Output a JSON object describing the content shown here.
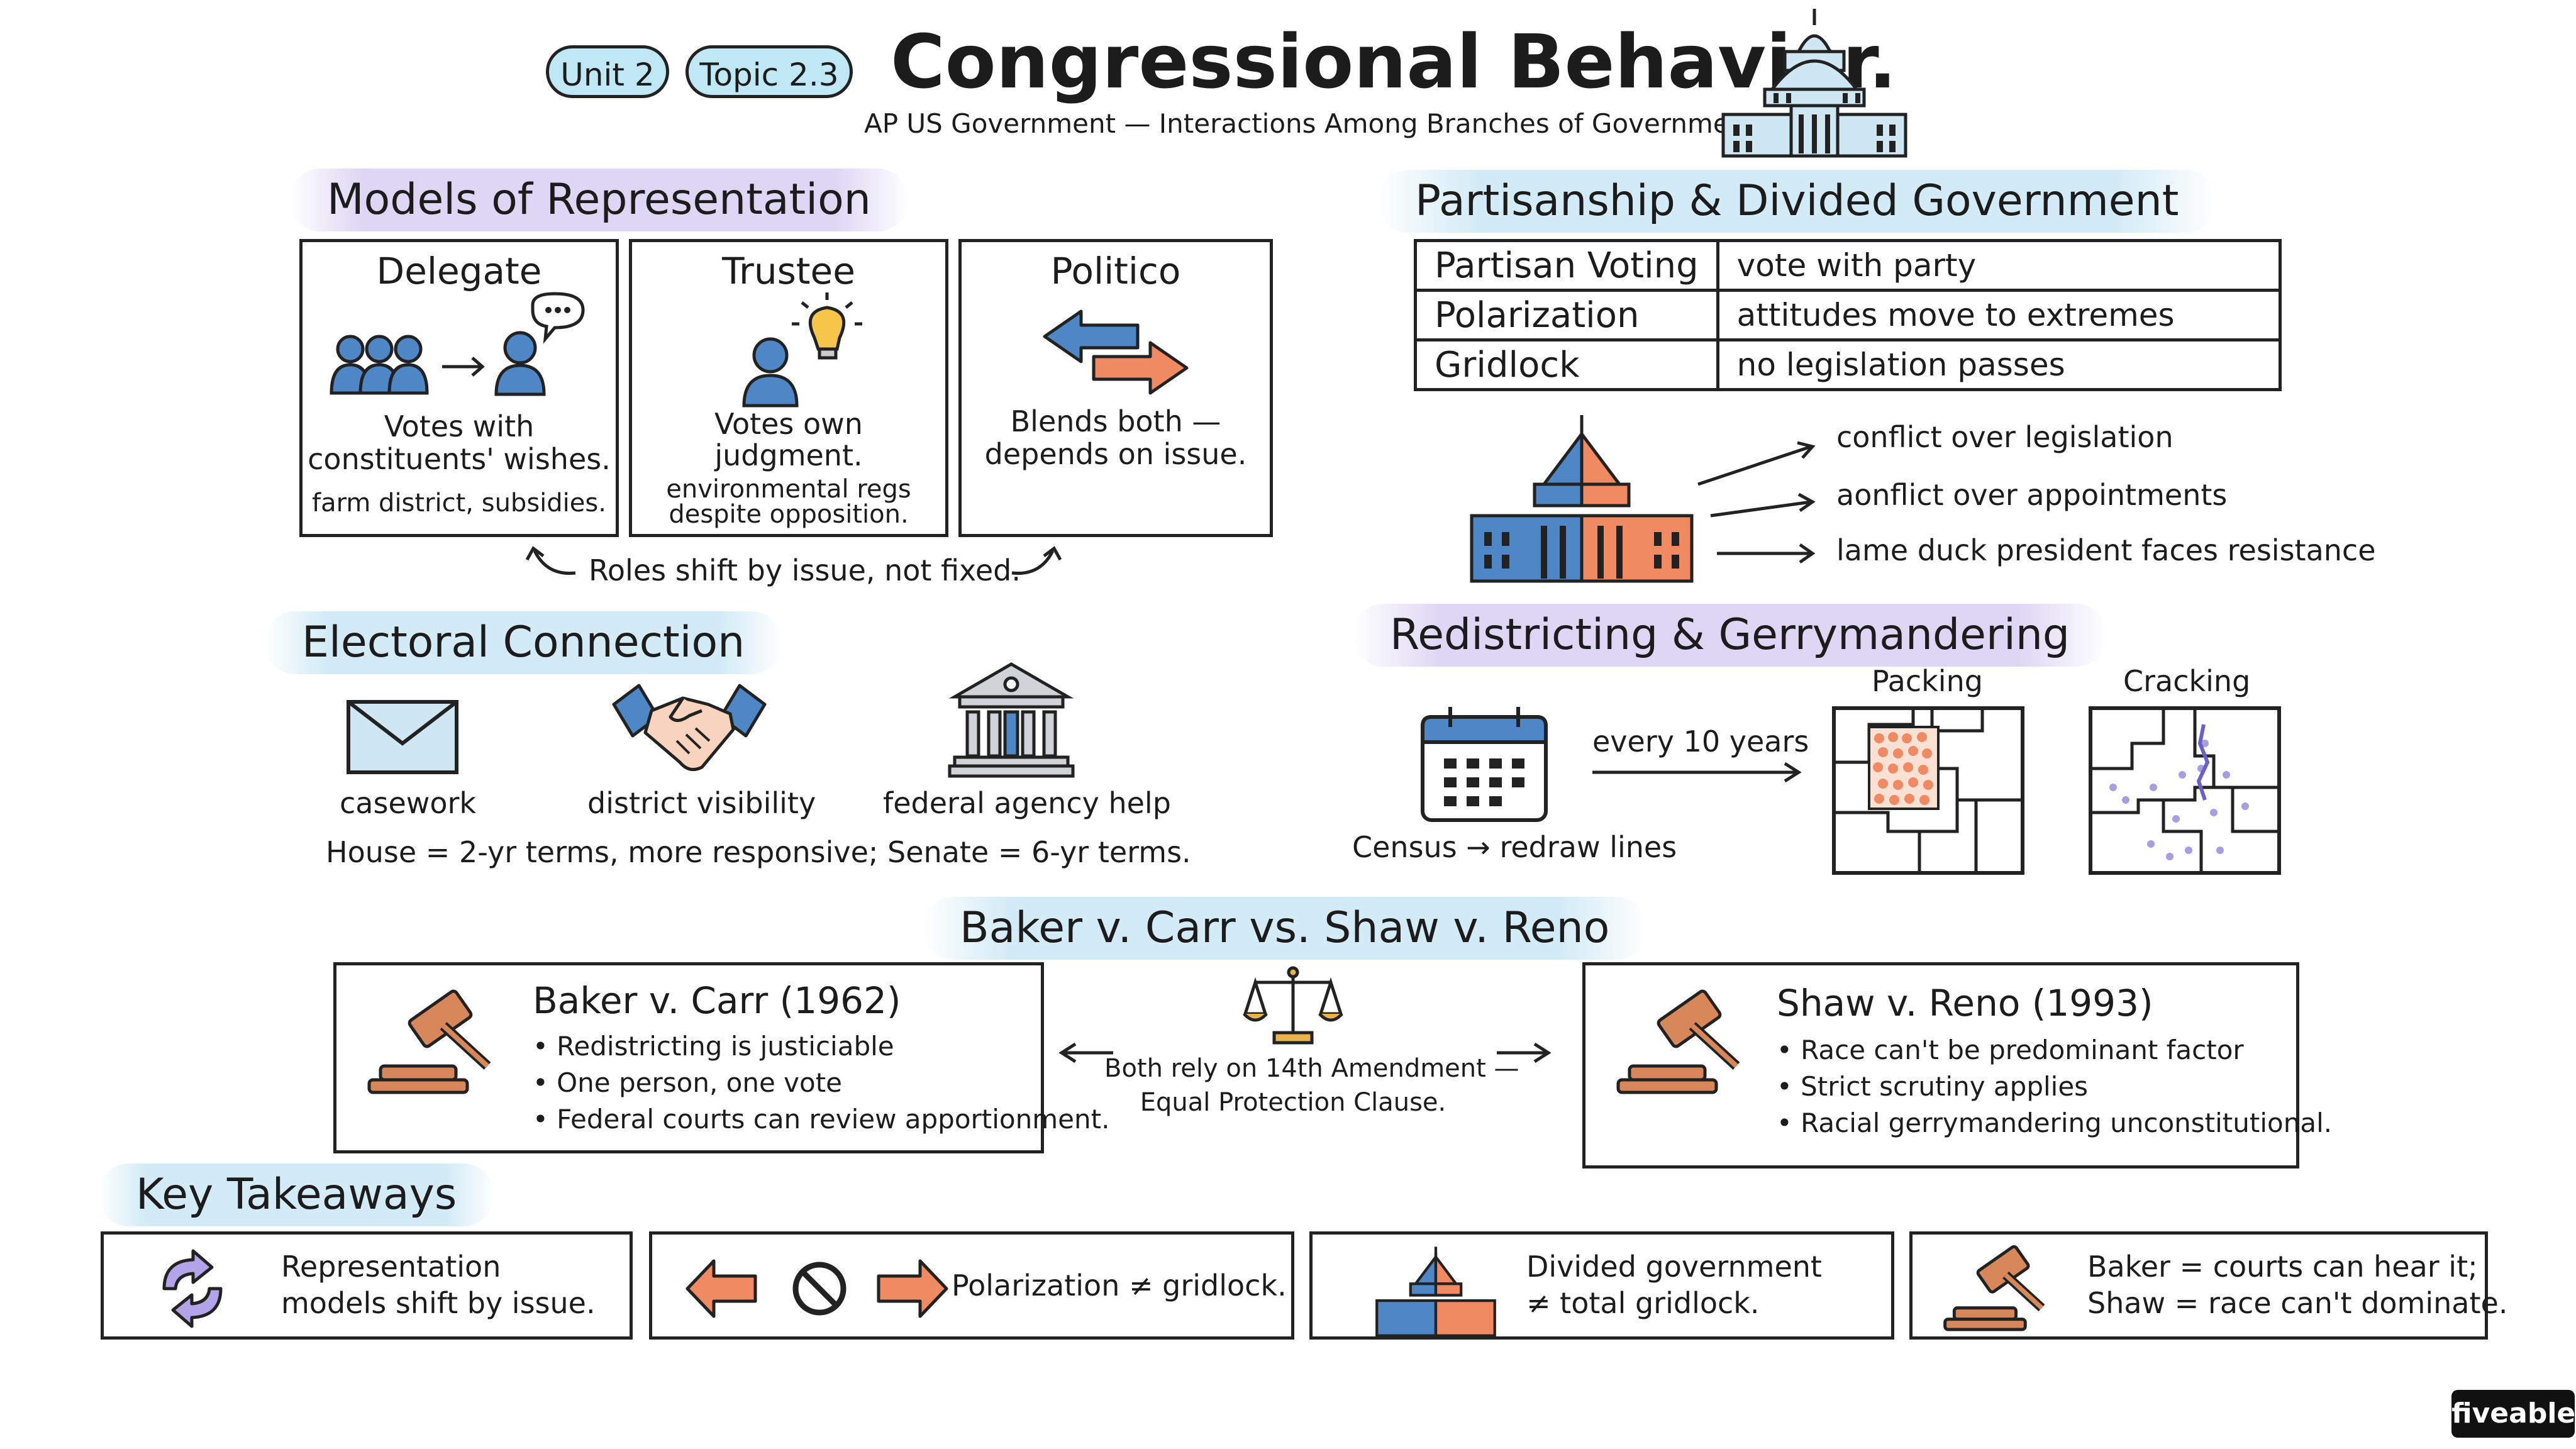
{
  "header": {
    "unit_pill": "Unit 2",
    "topic_pill": "Topic 2.3",
    "title": "Congressional Behavior.",
    "subtitle": "AP US Government — Interactions Among Branches of Government."
  },
  "models": {
    "heading": "Models of Representation",
    "delegate": {
      "title": "Delegate",
      "desc_line1": "Votes with",
      "desc_line2": "constituents' wishes.",
      "example": "farm district, subsidies."
    },
    "trustee": {
      "title": "Trustee",
      "desc_line1": "Votes own",
      "desc_line2": "judgment.",
      "example_line1": "environmental regs",
      "example_line2": "despite opposition."
    },
    "politico": {
      "title": "Politico",
      "desc_line1": "Blends both —",
      "desc_line2": "depends on issue."
    },
    "note": "Roles shift by issue, not fixed."
  },
  "partisanship": {
    "heading": "Partisanship & Divided Government",
    "rows": [
      {
        "term": "Partisan Voting",
        "def": "vote with party"
      },
      {
        "term": "Polarization",
        "def": "attitudes move to extremes"
      },
      {
        "term": "Gridlock",
        "def": "no legislation passes"
      }
    ],
    "effects": [
      "conflict over legislation",
      "aonflict over appointments",
      "lame duck president faces resistance"
    ]
  },
  "electoral": {
    "heading": "Electoral Connection",
    "items": [
      "casework",
      "district visibility",
      "federal agency help"
    ],
    "note": "House = 2-yr terms, more responsive; Senate = 6-yr terms."
  },
  "redistricting": {
    "heading": "Redistricting & Gerrymandering",
    "arrow_label": "every 10 years",
    "census_caption": "Census → redraw lines",
    "packing": "Packing",
    "cracking": "Cracking"
  },
  "cases": {
    "heading": "Baker v. Carr vs. Shaw v. Reno",
    "baker": {
      "title": "Baker v. Carr (1962)",
      "bullets": [
        "Redistricting is justiciable",
        "One person, one vote",
        "Federal courts can review apportionment."
      ]
    },
    "center_line1": "Both rely on 14th Amendment —",
    "center_line2": "Equal Protection Clause.",
    "shaw": {
      "title": "Shaw v. Reno (1993)",
      "bullets": [
        "Race can't be predominant factor",
        "Strict scrutiny applies",
        "Racial gerrymandering unconstitutional."
      ]
    }
  },
  "takeaways": {
    "heading": "Key Takeaways",
    "items": [
      {
        "line1": "Representation",
        "line2": "models shift by issue."
      },
      {
        "line1": "Polarization ≠ gridlock.",
        "line2": ""
      },
      {
        "line1": "Divided government",
        "line2": "≠ total gridlock."
      },
      {
        "line1": "Baker = courts can hear it;",
        "line2": "Shaw = race can't dominate."
      }
    ]
  },
  "brand": "fiveable",
  "colors": {
    "blue": "#4f86c6",
    "orange": "#ef8a62",
    "pill_bg": "#bfe7f4",
    "purple_hl": "#ddd6f4"
  }
}
